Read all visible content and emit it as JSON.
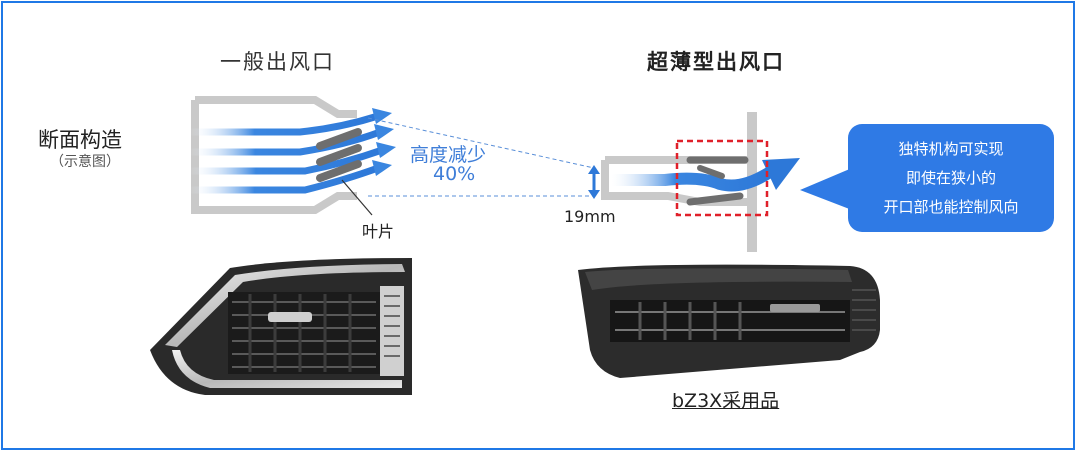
{
  "titles": {
    "general": "一般出风口",
    "slim": "超薄型出风口"
  },
  "section": {
    "label": "断面构造",
    "sublabel": "（示意图）"
  },
  "annotations": {
    "reduction_line1": "高度减少",
    "reduction_line2": "40%",
    "louver": "叶片",
    "height": "19mm"
  },
  "callout": {
    "line1": "独特机构可实现",
    "line2": "即使在狭小的",
    "line3": "开口部也能控制风向"
  },
  "captions": {
    "bz3x": "bZ3X采用品"
  },
  "colors": {
    "border": "#1f78e6",
    "callout": "#2f7ae5",
    "airflow": "#3a86e0",
    "highlight_box": "#e0202a",
    "reduction_text": "#3f7ed8"
  }
}
